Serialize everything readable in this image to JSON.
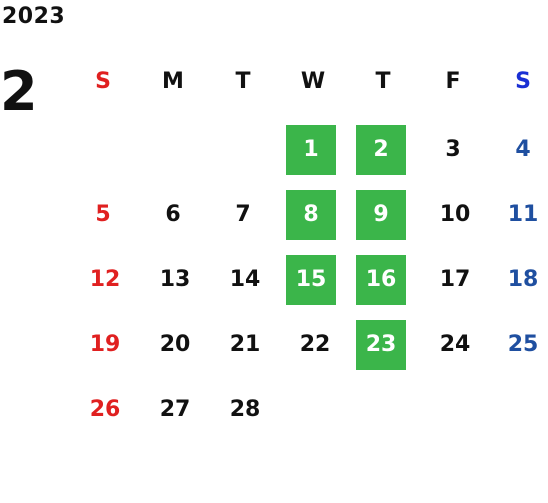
{
  "year": "2023",
  "month": "2",
  "weekdays": [
    "S",
    "M",
    "T",
    "W",
    "T",
    "F",
    "S"
  ],
  "colors": {
    "sunday": "#e02020",
    "saturday": "#1f4fa0",
    "saturday_header": "#1a2fd4",
    "highlight": "#3bb54a"
  },
  "weeks": [
    [
      "",
      "",
      "",
      "1",
      "2",
      "3",
      "4"
    ],
    [
      "5",
      "6",
      "7",
      "8",
      "9",
      "10",
      "11"
    ],
    [
      "12",
      "13",
      "14",
      "15",
      "16",
      "17",
      "18"
    ],
    [
      "19",
      "20",
      "21",
      "22",
      "23",
      "24",
      "25"
    ],
    [
      "26",
      "27",
      "28",
      "",
      "",
      "",
      ""
    ]
  ],
  "highlighted_days": [
    "1",
    "2",
    "8",
    "9",
    "15",
    "16",
    "23"
  ]
}
